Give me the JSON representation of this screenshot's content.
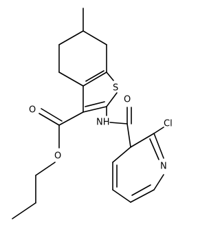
{
  "atoms": {
    "S": "S",
    "O_carbonyl_ester": "O",
    "O_ether_ester": "O",
    "NH": "NH",
    "O_amide": "O",
    "Cl": "Cl",
    "N_pyridine": "N"
  }
}
